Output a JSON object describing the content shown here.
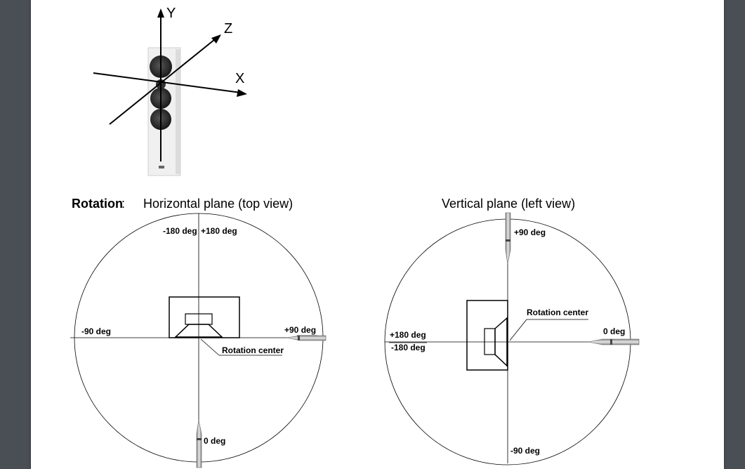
{
  "axes_figure": {
    "y_label": "Y",
    "z_label": "Z",
    "x_label": "X"
  },
  "rotation": {
    "label": "Rotation",
    "colon": ":",
    "horizontal_title": "Horizontal plane (top view)",
    "vertical_title": "Vertical plane (left view)"
  },
  "horizontal": {
    "minus180": "-180 deg",
    "plus180": "+180 deg",
    "minus90": "-90 deg",
    "plus90": "+90 deg",
    "zero": "0 deg",
    "rotation_center": "Rotation center"
  },
  "vertical": {
    "plus90": "+90 deg",
    "rotation_center": "Rotation center",
    "zero": "0 deg",
    "plus180": "+180 deg",
    "minus180": "-180 deg",
    "minus90": "-90 deg"
  },
  "colors": {
    "viewer_background": "#4a4f55",
    "page": "#ffffff",
    "lines": "#000000"
  }
}
